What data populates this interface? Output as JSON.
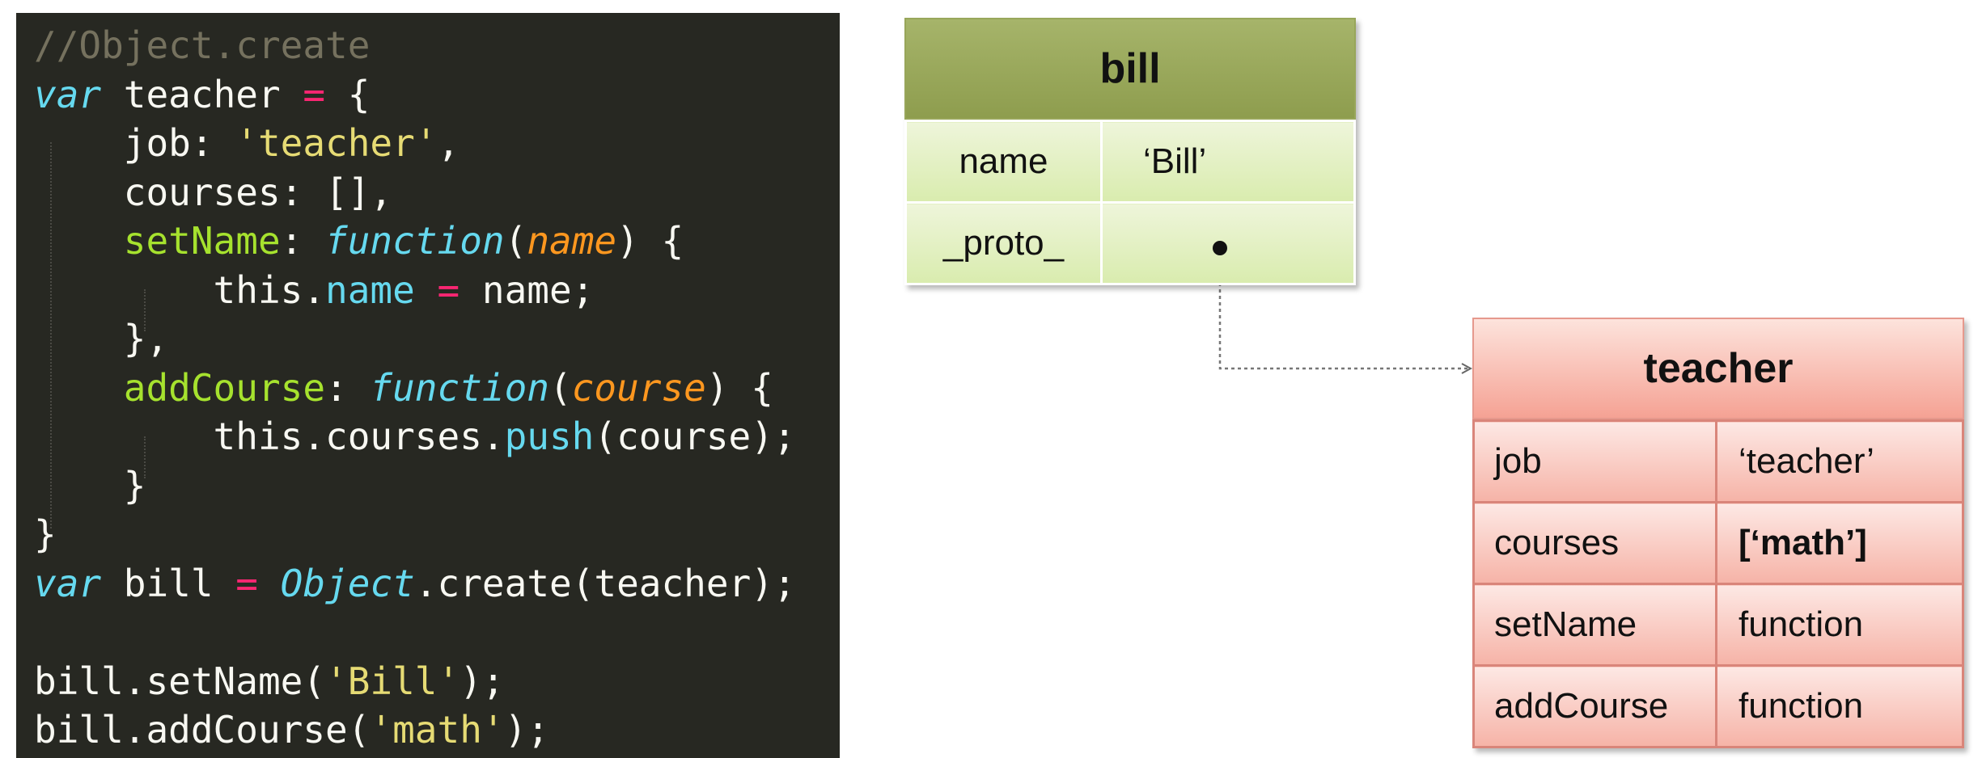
{
  "code": {
    "lines": [
      [
        {
          "t": "//Object.create",
          "c": "c-cm"
        }
      ],
      [
        {
          "t": "var",
          "c": "c-kw"
        },
        {
          "t": " teacher "
        },
        {
          "t": "=",
          "c": "c-op"
        },
        {
          "t": " {"
        }
      ],
      [
        {
          "t": "    "
        },
        {
          "t": "job",
          "c": ""
        },
        {
          "t": ": "
        },
        {
          "t": "'teacher'",
          "c": "c-str"
        },
        {
          "t": ","
        }
      ],
      [
        {
          "t": "    courses: [],"
        }
      ],
      [
        {
          "t": "    "
        },
        {
          "t": "setName",
          "c": "c-key"
        },
        {
          "t": ": "
        },
        {
          "t": "function",
          "c": "c-kw"
        },
        {
          "t": "("
        },
        {
          "t": "name",
          "c": "c-param"
        },
        {
          "t": ") {"
        }
      ],
      [
        {
          "t": "        this."
        },
        {
          "t": "name",
          "c": "c-prop"
        },
        {
          "t": " "
        },
        {
          "t": "=",
          "c": "c-op"
        },
        {
          "t": " name;"
        }
      ],
      [
        {
          "t": "    },"
        }
      ],
      [
        {
          "t": "    "
        },
        {
          "t": "addCourse",
          "c": "c-key"
        },
        {
          "t": ": "
        },
        {
          "t": "function",
          "c": "c-kw"
        },
        {
          "t": "("
        },
        {
          "t": "course",
          "c": "c-param"
        },
        {
          "t": ") {"
        }
      ],
      [
        {
          "t": "        this.courses."
        },
        {
          "t": "push",
          "c": "c-prop"
        },
        {
          "t": "(course);"
        }
      ],
      [
        {
          "t": "    }"
        }
      ],
      [
        {
          "t": "}"
        }
      ],
      [
        {
          "t": "var",
          "c": "c-kw"
        },
        {
          "t": " bill "
        },
        {
          "t": "=",
          "c": "c-op"
        },
        {
          "t": " "
        },
        {
          "t": "Object",
          "c": "c-kw"
        },
        {
          "t": ".create(teacher);"
        }
      ],
      [
        {
          "t": ""
        }
      ],
      [
        {
          "t": "bill.setName("
        },
        {
          "t": "'Bill'",
          "c": "c-str"
        },
        {
          "t": ");"
        }
      ],
      [
        {
          "t": "bill.addCourse("
        },
        {
          "t": "'math'",
          "c": "c-str"
        },
        {
          "t": ");"
        }
      ]
    ]
  },
  "bill": {
    "title": "bill",
    "rows": [
      {
        "key": "name",
        "value": "‘Bill’"
      },
      {
        "key": "_proto_",
        "value": ""
      }
    ]
  },
  "teacher": {
    "title": "teacher",
    "rows": [
      {
        "key": "job",
        "value": "‘teacher’"
      },
      {
        "key": "courses",
        "value": "[‘math’]"
      },
      {
        "key": "setName",
        "value": "function"
      },
      {
        "key": "addCourse",
        "value": "function"
      }
    ]
  },
  "colors": {
    "code_bg": "#272822",
    "bill_header": "#98a65a",
    "bill_cells": "#e3f0c4",
    "teacher_header": "#f5a294",
    "teacher_cells": "#f8c2b8"
  }
}
